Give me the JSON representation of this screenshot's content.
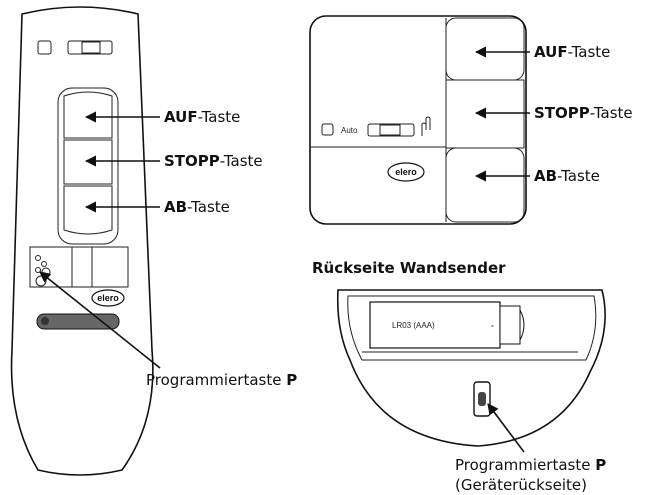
{
  "remote": {
    "labels": {
      "auf": {
        "bold": "AUF",
        "rest": "-Taste"
      },
      "stopp": {
        "bold": "STOPP",
        "rest": "-Taste"
      },
      "ab": {
        "bold": "AB",
        "rest": "-Taste"
      },
      "prog": {
        "text": "Programmiertaste ",
        "bold": "P"
      }
    },
    "logo": "elero"
  },
  "wall": {
    "auto_label": "Auto",
    "logo": "elero",
    "labels": {
      "auf": {
        "bold": "AUF",
        "rest": "-Taste"
      },
      "stopp": {
        "bold": "STOPP",
        "rest": "-Taste"
      },
      "ab": {
        "bold": "AB",
        "rest": "-Taste"
      }
    }
  },
  "back": {
    "title": "Rückseite Wandsender",
    "battery": "LR03 (AAA)",
    "battery_minus": "-",
    "prog_line1": {
      "text": "Programmiertaste ",
      "bold": "P"
    },
    "prog_line2": "(Geräterückseite)"
  },
  "colors": {
    "line": "#111111",
    "fill": "#ffffff",
    "shade": "#cfcfcf",
    "dark": "#6a6a6a"
  }
}
